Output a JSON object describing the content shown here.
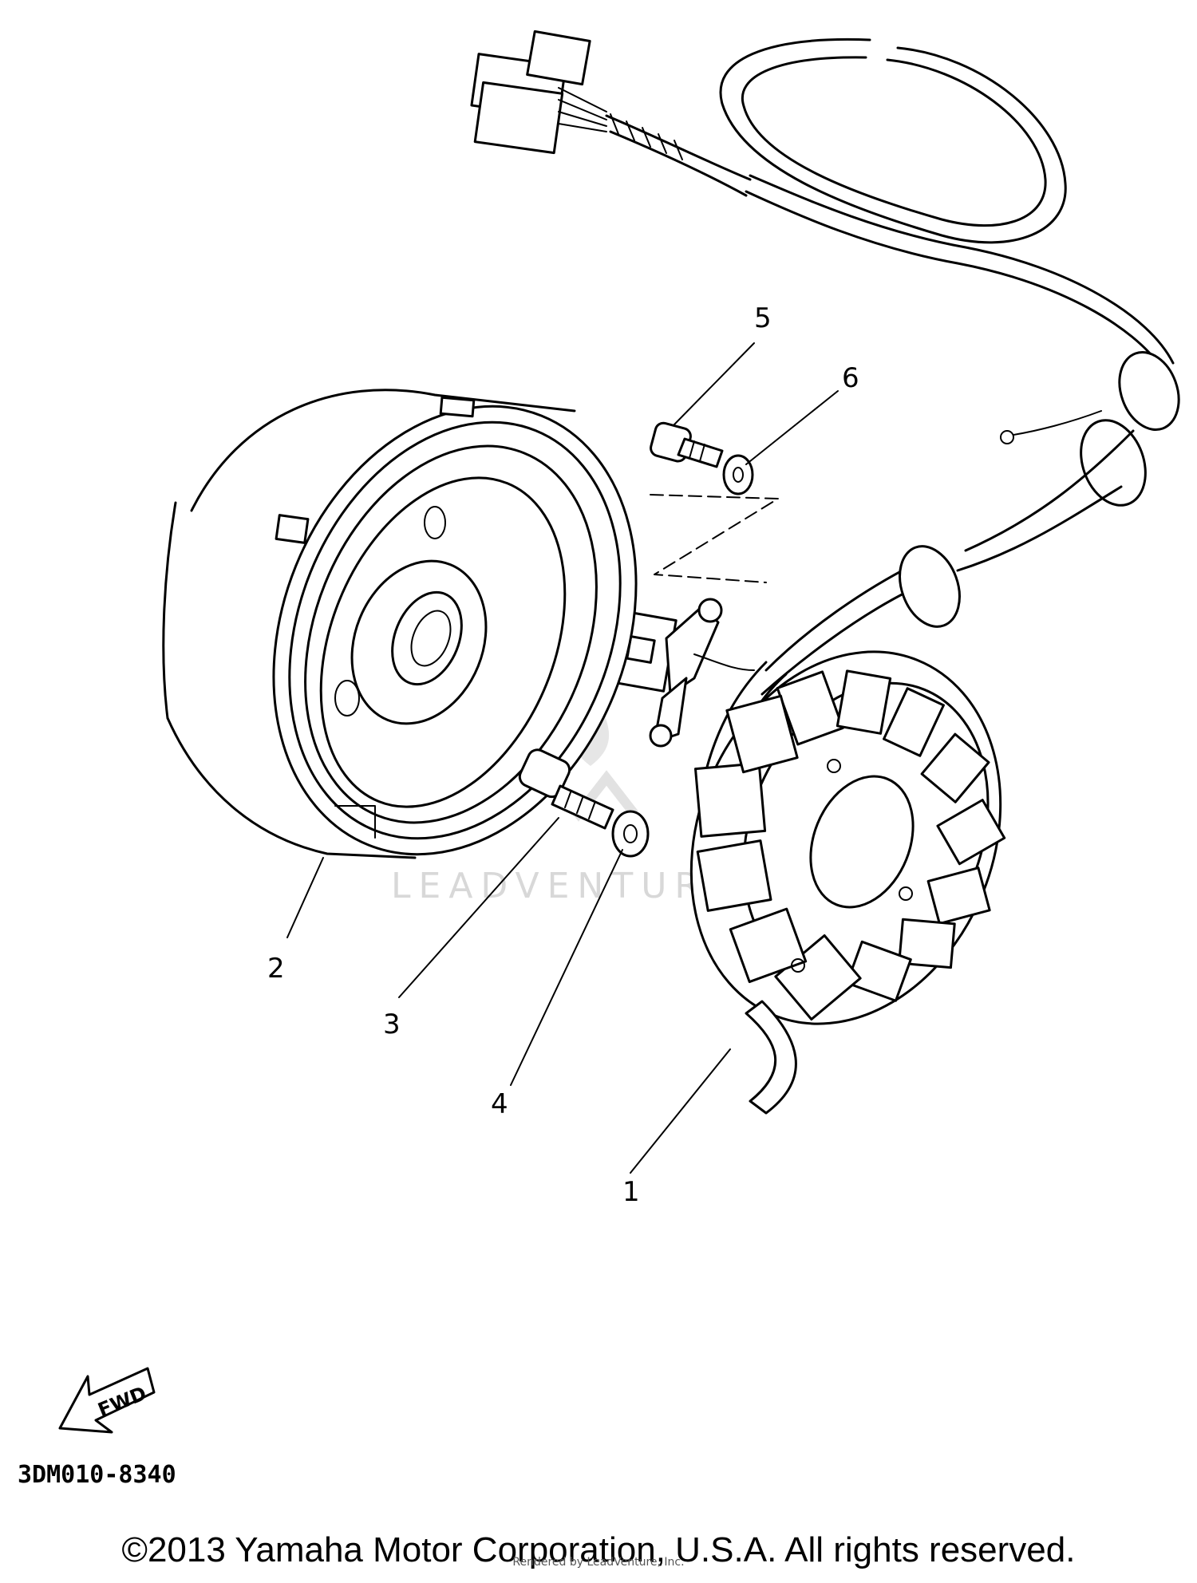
{
  "diagram": {
    "callouts": [
      "1",
      "2",
      "3",
      "4",
      "5",
      "6"
    ],
    "direction_label": "FWD",
    "diagram_code": "3DM010-8340",
    "watermark": "LEADVENTURE"
  },
  "footer": {
    "copyright": "©2013 Yamaha Motor Corporation, U.S.A. All rights reserved.",
    "rendered_by": "Rendered by LeadVenture, Inc."
  }
}
